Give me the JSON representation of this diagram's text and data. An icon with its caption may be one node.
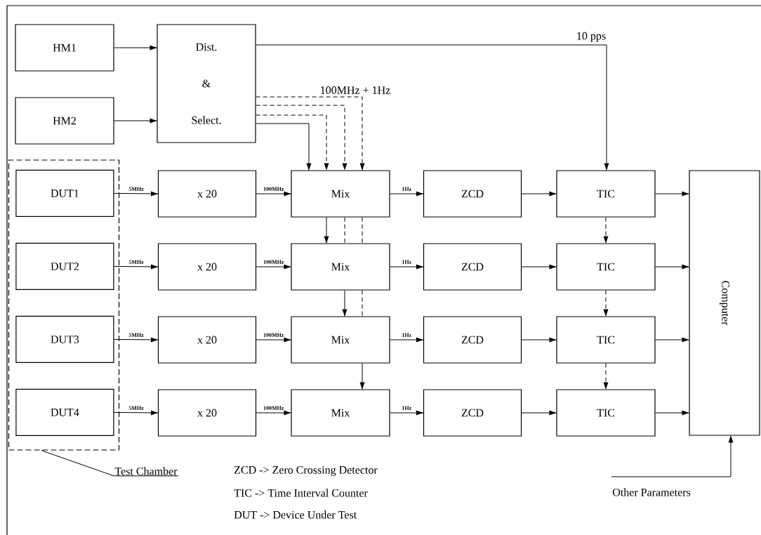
{
  "diagram": {
    "nodes": [
      {
        "text": [
          "HM1"
        ]
      },
      {
        "text": [
          "HM2"
        ]
      },
      {
        "text": [
          "Dist.",
          "&",
          "Select."
        ]
      },
      {
        "text": [],
        "shape": "box"
      },
      {
        "text": [
          "DUT1"
        ],
        "in": 3
      },
      {
        "text": [
          "x 20"
        ]
      },
      {
        "text": [
          "Mix"
        ]
      },
      {
        "text": [
          "ZCD"
        ]
      },
      {
        "text": [
          "TIC"
        ]
      },
      {
        "text": [
          "Computer"
        ]
      },
      {
        "text": [
          "DUT2"
        ],
        "in": 3
      },
      {
        "text": [
          "x 20"
        ]
      },
      {
        "text": [
          "Mix"
        ]
      },
      {
        "text": [
          "ZCD"
        ]
      },
      {
        "text": [
          "TIC"
        ]
      },
      {
        "text": [
          "DUT3"
        ],
        "in": 3
      },
      {
        "text": [
          "x 20"
        ]
      },
      {
        "text": [
          "Mix"
        ]
      },
      {
        "text": [
          "ZCD"
        ]
      },
      {
        "text": [
          "TIC"
        ]
      },
      {
        "text": [
          "DUT4"
        ],
        "in": 3
      },
      {
        "text": [
          "x 20"
        ]
      },
      {
        "text": [
          "Mix"
        ]
      },
      {
        "text": [
          "ZCD"
        ]
      },
      {
        "text": [
          "TIC"
        ]
      },
      {
        "text": [
          "Test Chamber"
        ]
      },
      {
        "text": [
          "Other Parameters"
        ]
      }
    ],
    "edges": [
      {
        "from": 0,
        "to": 2,
        "arrow": "to"
      },
      {
        "from": 1,
        "to": 2,
        "arrow": "to"
      },
      {
        "from": 2,
        "to": 8,
        "arrow": "to",
        "label": "10 pps"
      },
      {
        "from": 2,
        "to": 6,
        "arrow": "to"
      },
      {
        "from": 2,
        "to": 6,
        "arrow": "to",
        "style": "dashed"
      },
      {
        "from": 2,
        "to": 6,
        "arrow": "to",
        "style": "dashed"
      },
      {
        "from": 2,
        "to": 6,
        "arrow": "to",
        "style": "dashed",
        "label": "100MHz + 1Hz"
      },
      {
        "from": 6,
        "to": 12,
        "arrow": "to"
      },
      {
        "from": 6,
        "to": 12,
        "arrow": "none",
        "style": "dashed"
      },
      {
        "from": 6,
        "to": 12,
        "arrow": "none",
        "style": "dashed"
      },
      {
        "from": 12,
        "to": 17,
        "arrow": "to"
      },
      {
        "from": 12,
        "to": 17,
        "arrow": "none",
        "style": "dashed"
      },
      {
        "from": 17,
        "to": 22,
        "arrow": "to"
      },
      {
        "from": 4,
        "to": 5,
        "arrow": "to",
        "label": "5MHz"
      },
      {
        "from": 5,
        "to": 6,
        "arrow": "to",
        "label": "100MHz"
      },
      {
        "from": 6,
        "to": 7,
        "arrow": "to",
        "label": "1Hz"
      },
      {
        "from": 7,
        "to": 8,
        "arrow": "to"
      },
      {
        "from": 8,
        "to": 9,
        "arrow": "to"
      },
      {
        "from": 10,
        "to": 11,
        "arrow": "to",
        "label": "5MHz"
      },
      {
        "from": 11,
        "to": 12,
        "arrow": "to",
        "label": "100MHz"
      },
      {
        "from": 12,
        "to": 13,
        "arrow": "to",
        "label": "1Hz"
      },
      {
        "from": 13,
        "to": 14,
        "arrow": "to"
      },
      {
        "from": 14,
        "to": 9,
        "arrow": "to"
      },
      {
        "from": 15,
        "to": 16,
        "arrow": "to",
        "label": "5MHz"
      },
      {
        "from": 16,
        "to": 17,
        "arrow": "to",
        "label": "100MHz"
      },
      {
        "from": 17,
        "to": 18,
        "arrow": "to",
        "label": "1Hz"
      },
      {
        "from": 18,
        "to": 19,
        "arrow": "to"
      },
      {
        "from": 19,
        "to": 9,
        "arrow": "to"
      },
      {
        "from": 20,
        "to": 21,
        "arrow": "to",
        "label": "5MHz"
      },
      {
        "from": 21,
        "to": 22,
        "arrow": "to",
        "label": "100MHz"
      },
      {
        "from": 22,
        "to": 23,
        "arrow": "to",
        "label": "1Hz"
      },
      {
        "from": 23,
        "to": 24,
        "arrow": "to"
      },
      {
        "from": 24,
        "to": 9,
        "arrow": "to"
      },
      {
        "from": 8,
        "to": 14,
        "arrow": "to",
        "style": "dashed"
      },
      {
        "from": 14,
        "to": 19,
        "arrow": "to",
        "style": "dashed"
      },
      {
        "from": 19,
        "to": 24,
        "arrow": "to",
        "style": "dashed"
      },
      {
        "from": 25,
        "to": 3,
        "arrow": "none"
      },
      {
        "from": 26,
        "to": 9,
        "arrow": "to"
      }
    ],
    "labels": [
      "ZCD -> Zero Crossing Detector",
      "TIC -> Time Interval Counter",
      "DUT -> Device Under Test"
    ]
  }
}
